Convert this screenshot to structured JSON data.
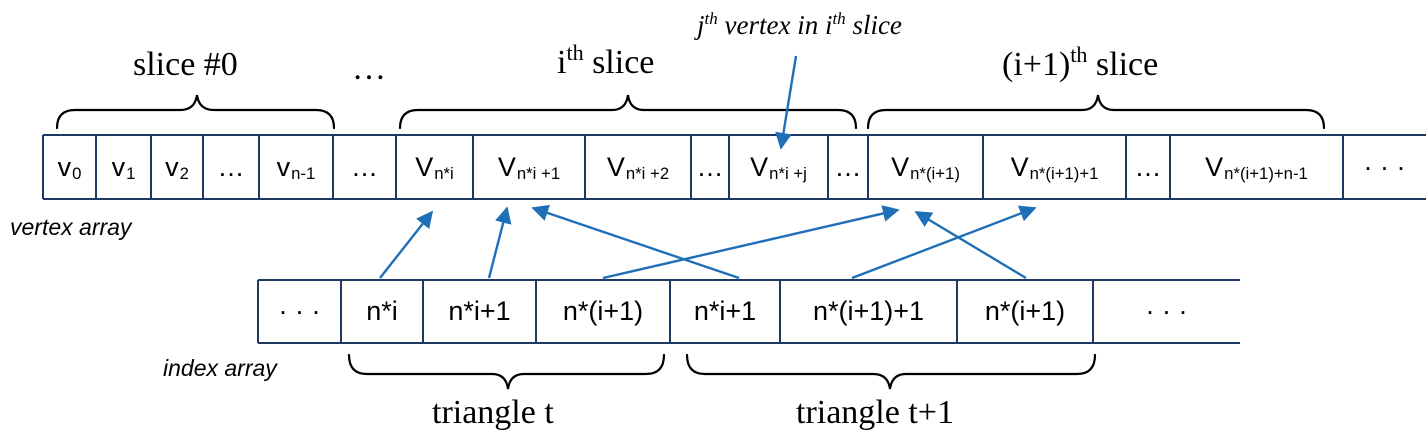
{
  "colors": {
    "arrow": "#1f6fb8",
    "line": "#1f3864",
    "text": "#000000"
  },
  "labels": {
    "slice0": "slice #0",
    "ellipsis_top": "…",
    "ith_slice_base": "i",
    "ith_slice_sup": "th",
    "ith_slice_text": " slice",
    "next_slice_base": "(i+1)",
    "next_slice_sup": "th",
    "next_slice_text": " slice",
    "jth_j": "j",
    "jth_th": "th",
    "jth_mid": " vertex in i",
    "jth_th2": "th",
    "jth_end": " slice",
    "vertex_array": "vertex array",
    "index_array": "index array",
    "triangle_t": "triangle t",
    "triangle_t1": "triangle t+1"
  },
  "vertex_array": [
    {
      "base": "v",
      "sub": "0"
    },
    {
      "base": "v",
      "sub": "1"
    },
    {
      "base": "v",
      "sub": "2"
    },
    {
      "base": "…",
      "sub": ""
    },
    {
      "base": "v",
      "sub": "n-1"
    },
    {
      "base": "…",
      "sub": ""
    },
    {
      "base": "V",
      "sub": "n*i"
    },
    {
      "base": "V",
      "sub": "n*i +1"
    },
    {
      "base": "V",
      "sub": "n*i +2"
    },
    {
      "base": "…",
      "sub": ""
    },
    {
      "base": "V",
      "sub": "n*i +j"
    },
    {
      "base": "…",
      "sub": ""
    },
    {
      "base": "V",
      "sub": "n*(i+1)"
    },
    {
      "base": "V",
      "sub": "n*(i+1)+1"
    },
    {
      "base": "…",
      "sub": ""
    },
    {
      "base": "V",
      "sub": "n*(i+1)+n-1"
    },
    {
      "base": "· · ·",
      "sub": ""
    }
  ],
  "index_array": [
    "· · ·",
    "n*i",
    "n*i+1",
    "n*(i+1)",
    "n*i+1",
    "n*(i+1)+1",
    "n*(i+1)",
    "· · ·"
  ]
}
